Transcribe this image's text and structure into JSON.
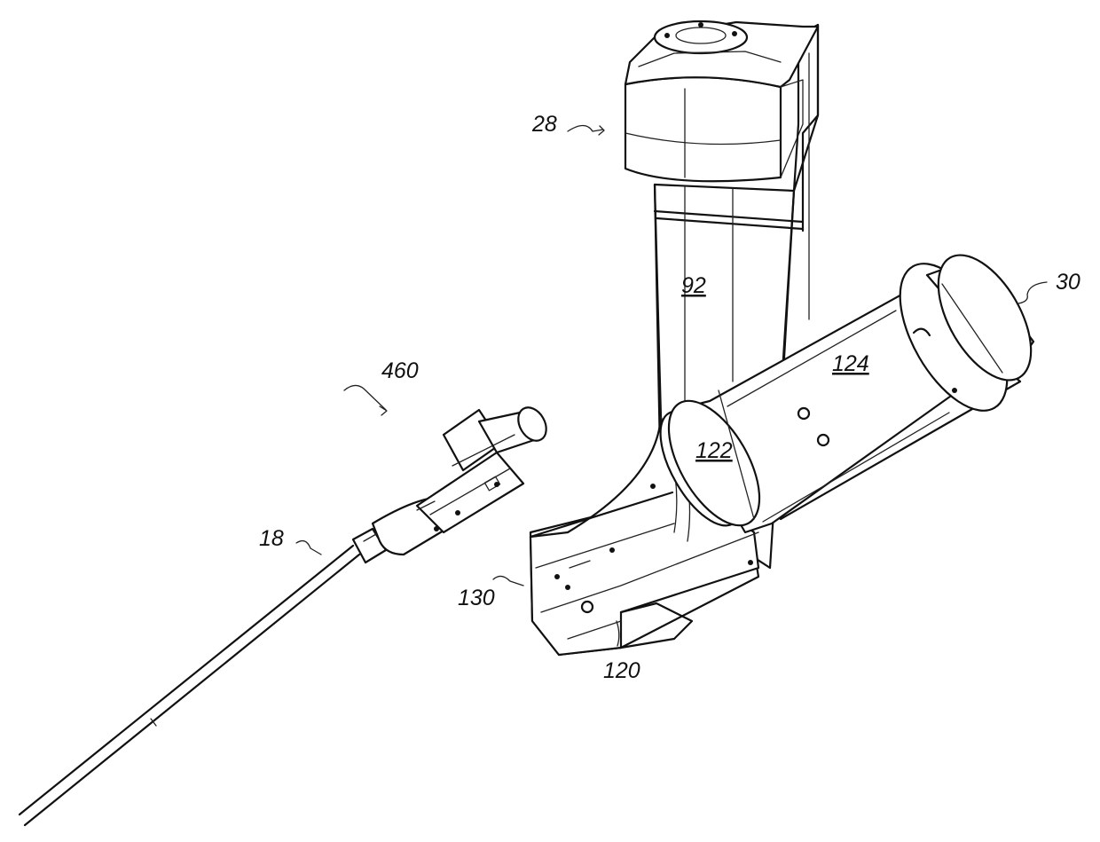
{
  "figure": {
    "labels": {
      "l28": "28",
      "l92": "92",
      "l30": "30",
      "l124": "124",
      "l122": "122",
      "l460": "460",
      "l18": "18",
      "l130": "130",
      "l120": "120"
    }
  }
}
